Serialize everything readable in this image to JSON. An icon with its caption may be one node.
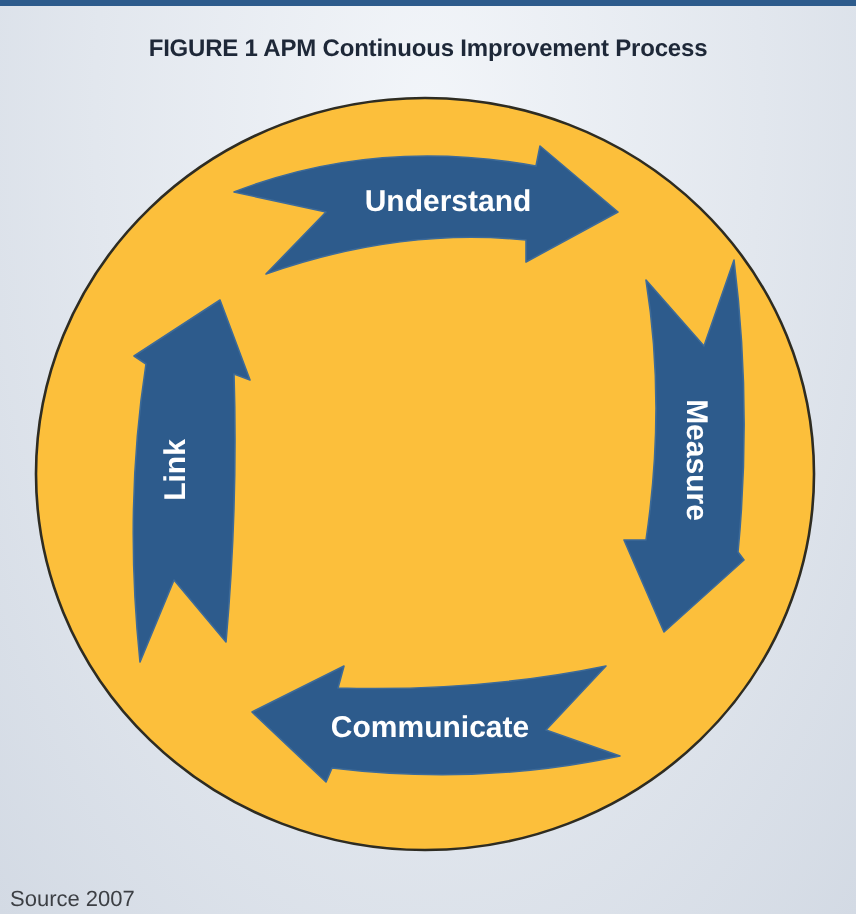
{
  "diagram": {
    "title": "FIGURE 1 APM Continuous Improvement Process",
    "nodes": [
      {
        "text": [],
        "shape": "circle"
      },
      {
        "text": [
          "Understand"
        ],
        "in": 0
      },
      {
        "text": [
          "Measure"
        ],
        "in": 0
      },
      {
        "text": [
          "Link"
        ],
        "in": 0
      },
      {
        "text": [
          "Communicate"
        ],
        "in": 0
      }
    ],
    "labels": [
      "Source 2007"
    ]
  }
}
